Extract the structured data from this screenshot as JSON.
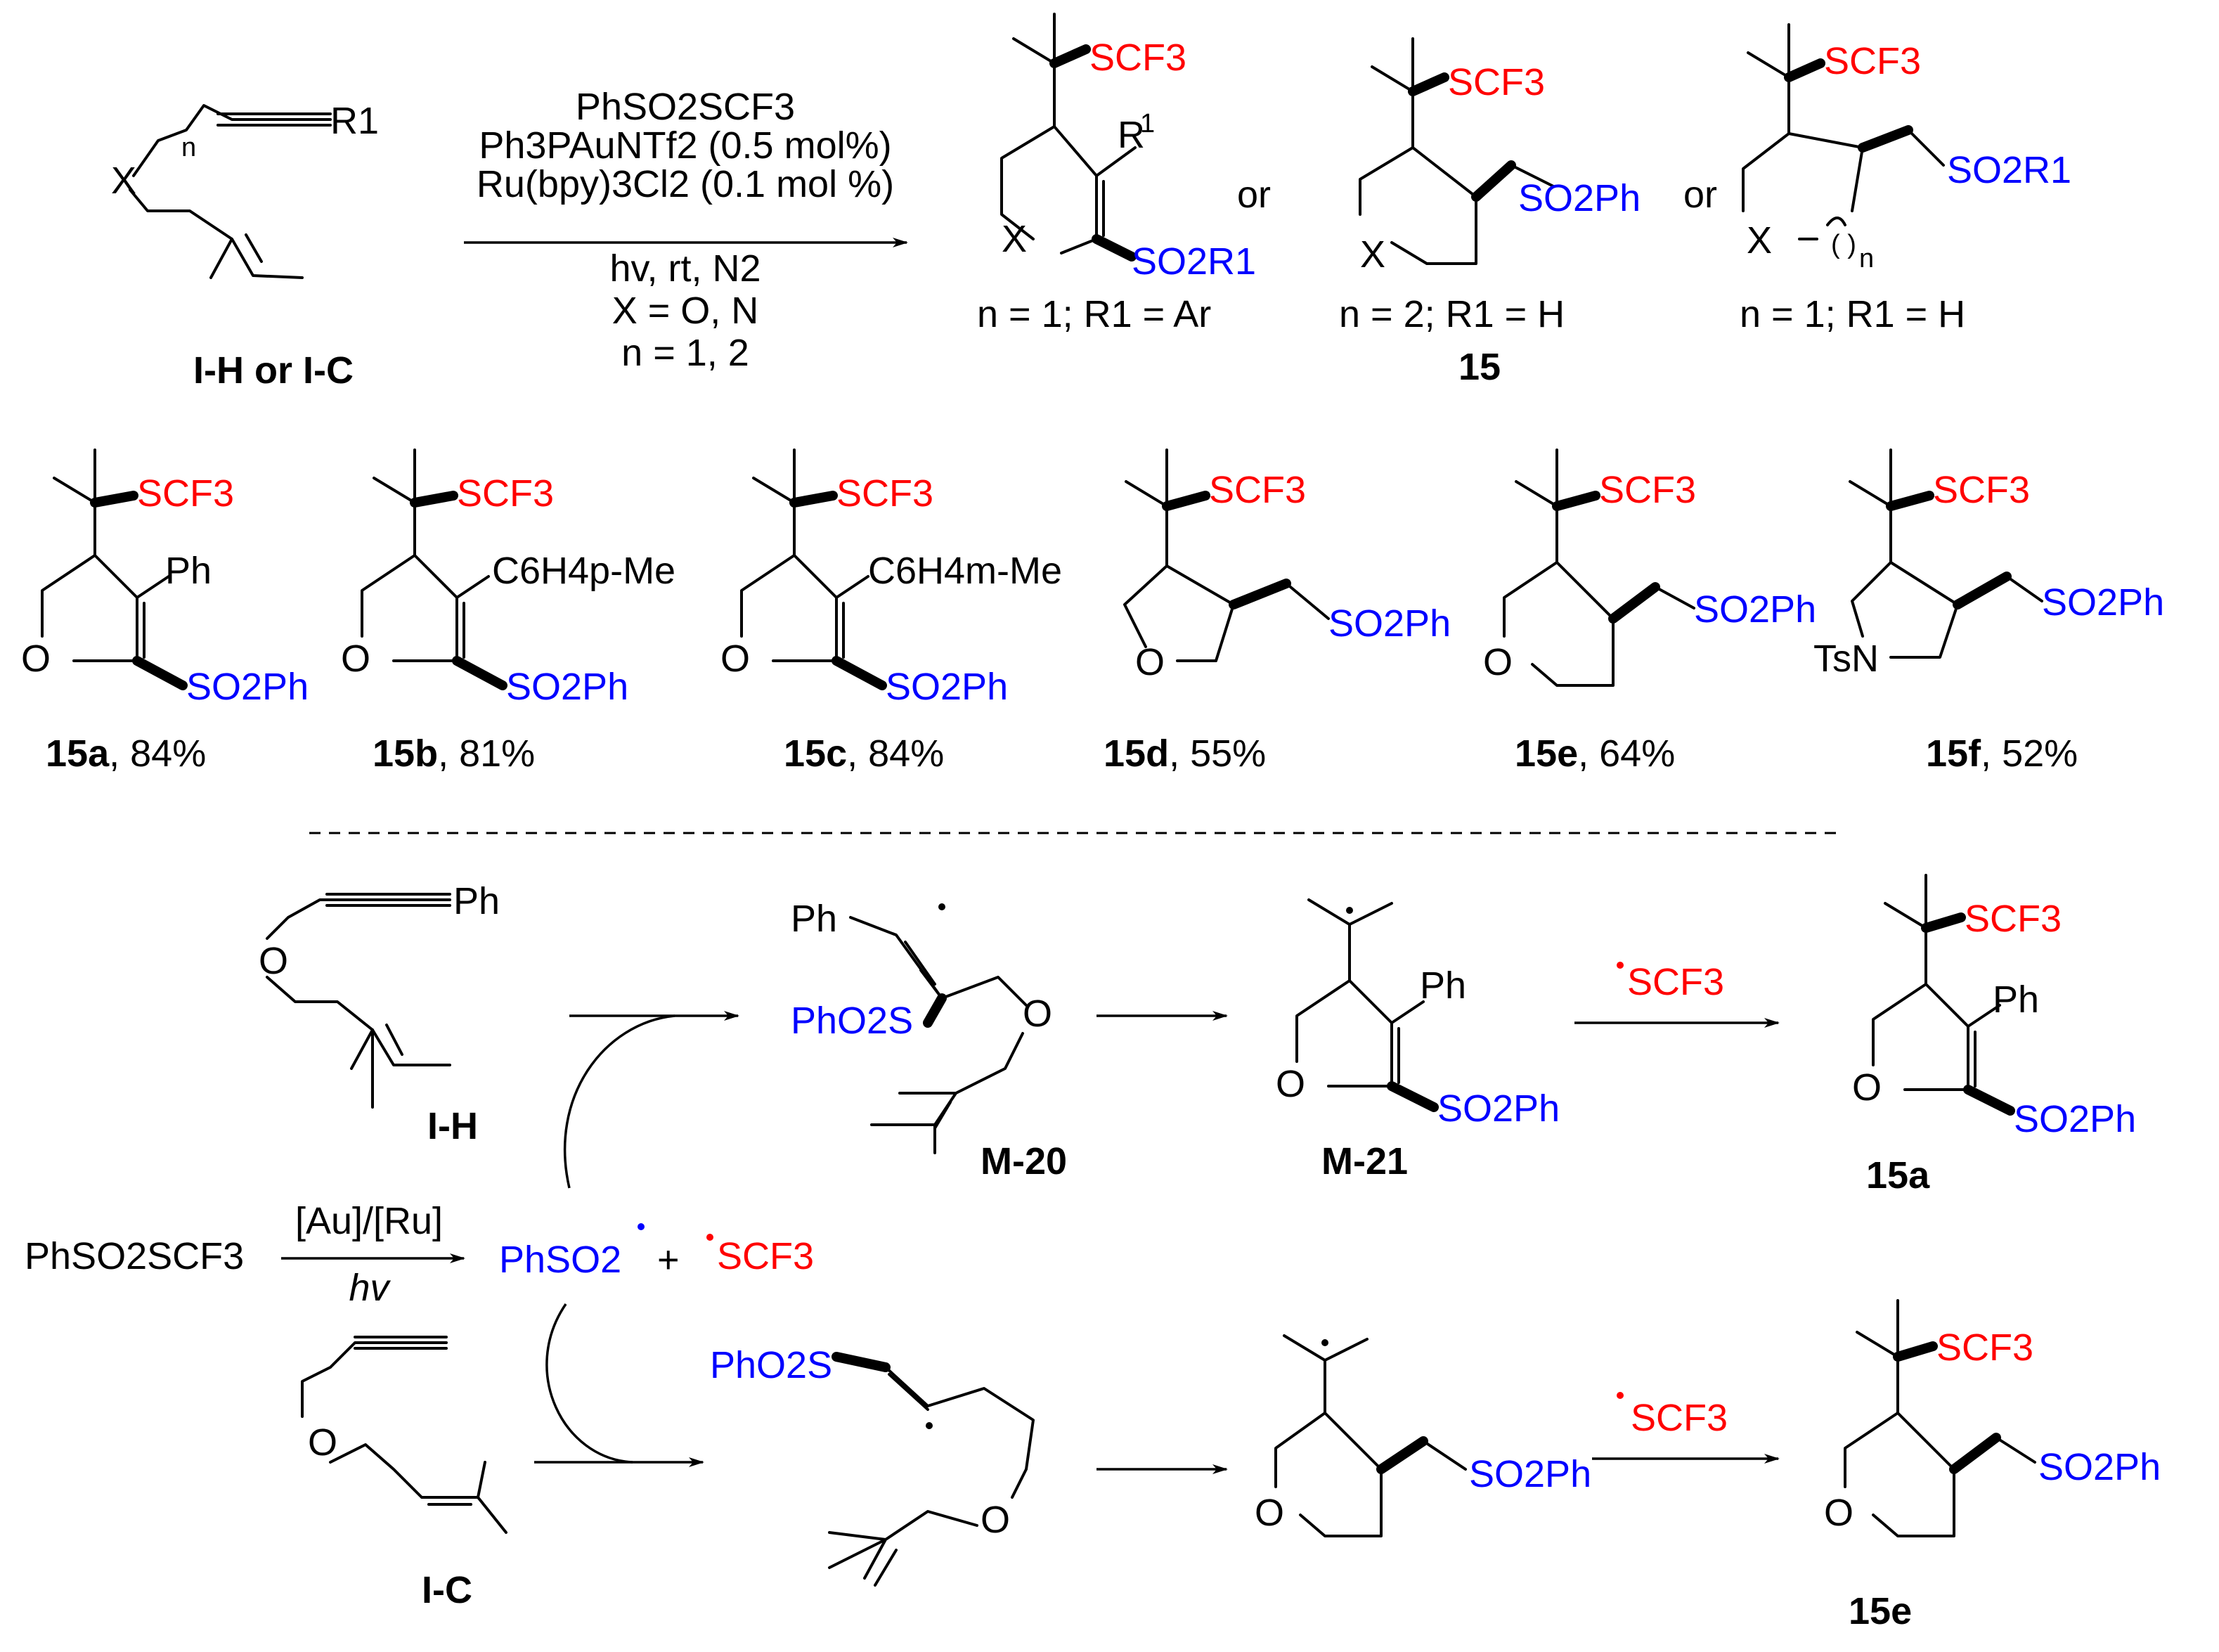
{
  "reaction": {
    "reagent1": "PhSO2SCF3",
    "catalyst1": "Ph3PAuNTf2 (0.5 mol%)",
    "catalyst2": "Ru(bpy)3Cl2  (0.1 mol %)",
    "conditions": "hv, rt, N2",
    "x_values": "X = O, N",
    "n_values": "n = 1, 2",
    "or_word": "or"
  },
  "substrate": {
    "label": "I-H or I-C",
    "r1": "R1",
    "x": "X",
    "n": "n"
  },
  "product_types": [
    {
      "condition": "n = 1; R1 = Ar",
      "group_top": "SCF3",
      "group_sulfone": "SO2R1"
    },
    {
      "condition": "n = 2; R1 = H",
      "label": "15",
      "group_top": "SCF3",
      "group_sulfone": "SO2Ph"
    },
    {
      "condition": "n = 1; R1 = H",
      "group_top": "SCF3",
      "group_sulfone": "SO2R1"
    }
  ],
  "examples": [
    {
      "label": "15a",
      "yield": "84%",
      "substituent": "Ph"
    },
    {
      "label": "15b",
      "yield": "81%",
      "substituent": "C6H4p-Me"
    },
    {
      "label": "15c",
      "yield": "84%",
      "substituent": "C6H4m-Me"
    },
    {
      "label": "15d",
      "yield": "55%"
    },
    {
      "label": "15e",
      "yield": "64%"
    },
    {
      "label": "15f",
      "yield": "52%",
      "ring_atom": "TsN"
    }
  ],
  "mechanism": {
    "reagent": "PhSO2SCF3",
    "arrow_top": "[Au]/[Ru]",
    "arrow_bottom": "hv",
    "radical1": "PhSO2",
    "plus": "+",
    "radical2": "SCF3",
    "substrate_top": "I-H",
    "substrate_bottom": "I-C",
    "intermediate1": "M-20",
    "intermediate2": "M-21",
    "product_top": "15a",
    "product_bottom": "15e",
    "ph": "Ph",
    "ring_o": "O",
    "sulfonyl": "PhO2S",
    "sulfone": "SO2Ph",
    "scf3": "SCF3"
  }
}
